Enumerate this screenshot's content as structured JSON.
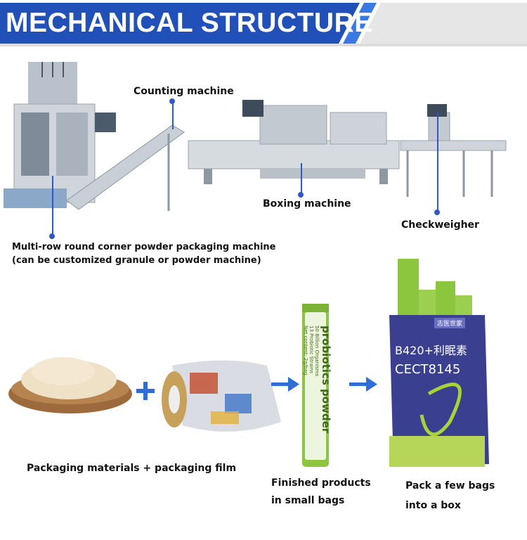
{
  "header": {
    "title": "MECHANICAL STRUCTURE",
    "bar_color": "#2150b9",
    "accent_color": "#3a78e4"
  },
  "machines": {
    "counting": "Counting machine",
    "boxing": "Boxing machine",
    "checkweigher": "Checkweigher",
    "packaging_line1": "Multi-row round corner powder packaging machine",
    "packaging_line2": "(can be customized granule or powder machine)"
  },
  "process": {
    "materials": "Packaging materials + packaging film",
    "finished_line1": "Finished products",
    "finished_line2": "in small bags",
    "box_line1": "Pack a few bags",
    "box_line2": "into a box",
    "plus": "+"
  },
  "sachet": {
    "name": "probiotics powder",
    "line1": "50 Billion Organisms",
    "line2": "13 Probiotic Strains",
    "line3": "Net content: 2g/bag"
  },
  "box": {
    "strain1": "B420+",
    "strain1_cn": "利眠素",
    "strain2": "CECT8145",
    "brand": "志医世家"
  },
  "colors": {
    "pointer": "#2f58c8",
    "sachet_green": "#8cc63f",
    "box_purple": "#3b3f8f"
  }
}
